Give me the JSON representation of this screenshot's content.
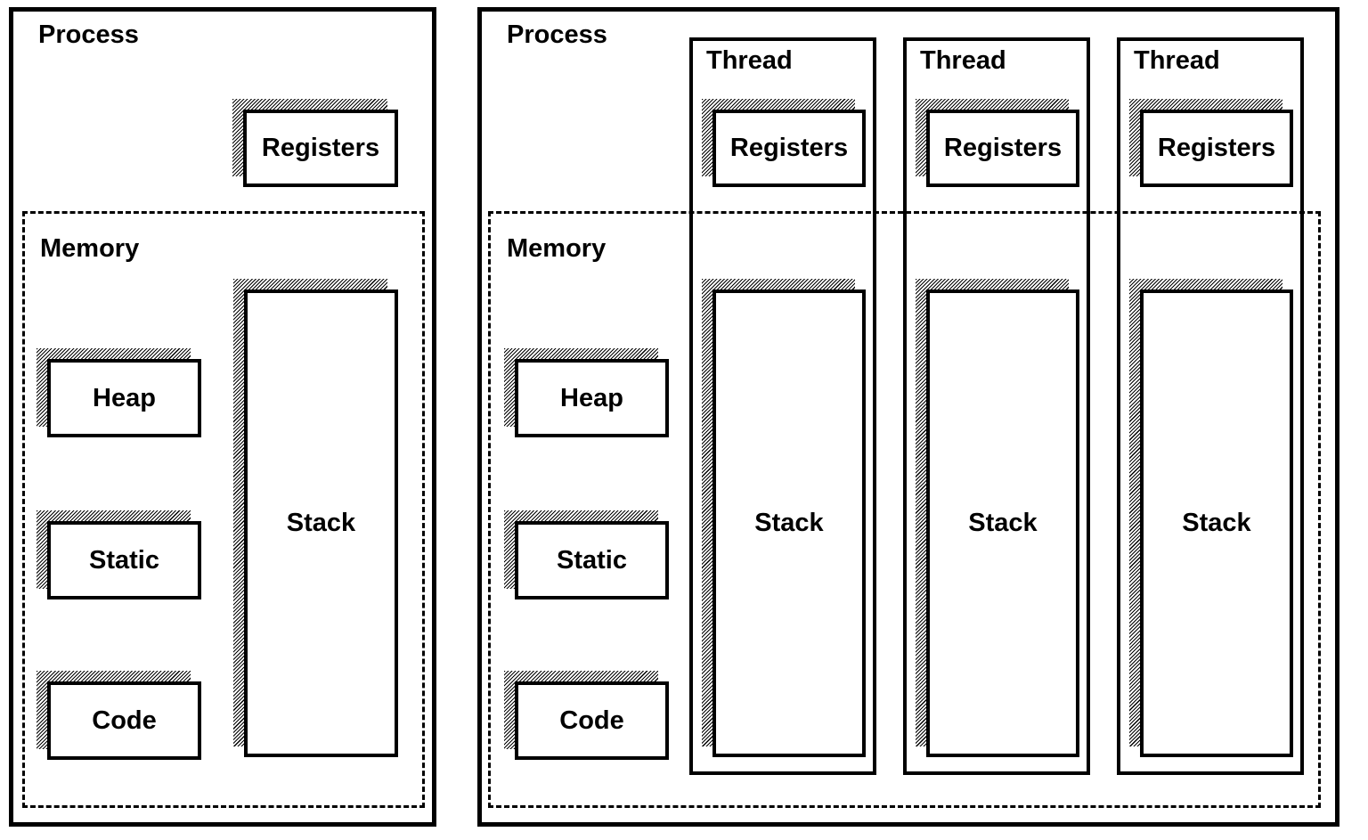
{
  "left_panel": {
    "process_label": "Process",
    "memory_label": "Memory",
    "registers_label": "Registers",
    "heap_label": "Heap",
    "static_label": "Static",
    "code_label": "Code",
    "stack_label": "Stack"
  },
  "right_panel": {
    "process_label": "Process",
    "memory_label": "Memory",
    "heap_label": "Heap",
    "static_label": "Static",
    "code_label": "Code",
    "threads": [
      {
        "label": "Thread",
        "registers_label": "Registers",
        "stack_label": "Stack"
      },
      {
        "label": "Thread",
        "registers_label": "Registers",
        "stack_label": "Stack"
      },
      {
        "label": "Thread",
        "registers_label": "Registers",
        "stack_label": "Stack"
      }
    ]
  },
  "colors": {
    "line": "#000000",
    "background": "#ffffff"
  }
}
